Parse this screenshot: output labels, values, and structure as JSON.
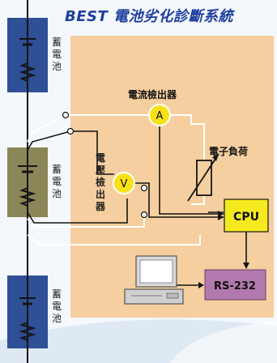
{
  "title": "BEST 電池劣化診斷系統",
  "batteries": [
    {
      "label": "蓄電池"
    },
    {
      "label": "蓄電池"
    },
    {
      "label": "蓄電池"
    }
  ],
  "current_detector": {
    "label": "電流檢出器",
    "symbol": "A"
  },
  "voltage_detector": {
    "label": "電壓檢出器",
    "symbol": "V"
  },
  "electronic_load": {
    "label": "電子負荷"
  },
  "cpu": {
    "label": "CPU"
  },
  "rs232": {
    "label": "RS-232"
  },
  "colors": {
    "title": "#1f3f9e",
    "panel": "#f5cf9f",
    "battery_blue": "#2f4f96",
    "battery_olive": "#8a8658",
    "meter_yellow": "#f7e21a",
    "cpu_yellow": "#f4ea1e",
    "rs232_purple": "#b279ae",
    "wire_white": "#ffffff",
    "wire_dark": "#141414"
  },
  "icons": [
    "battery-icon",
    "resistor-icon",
    "ammeter-icon",
    "voltmeter-icon",
    "variable-resistor-icon",
    "computer-icon"
  ]
}
